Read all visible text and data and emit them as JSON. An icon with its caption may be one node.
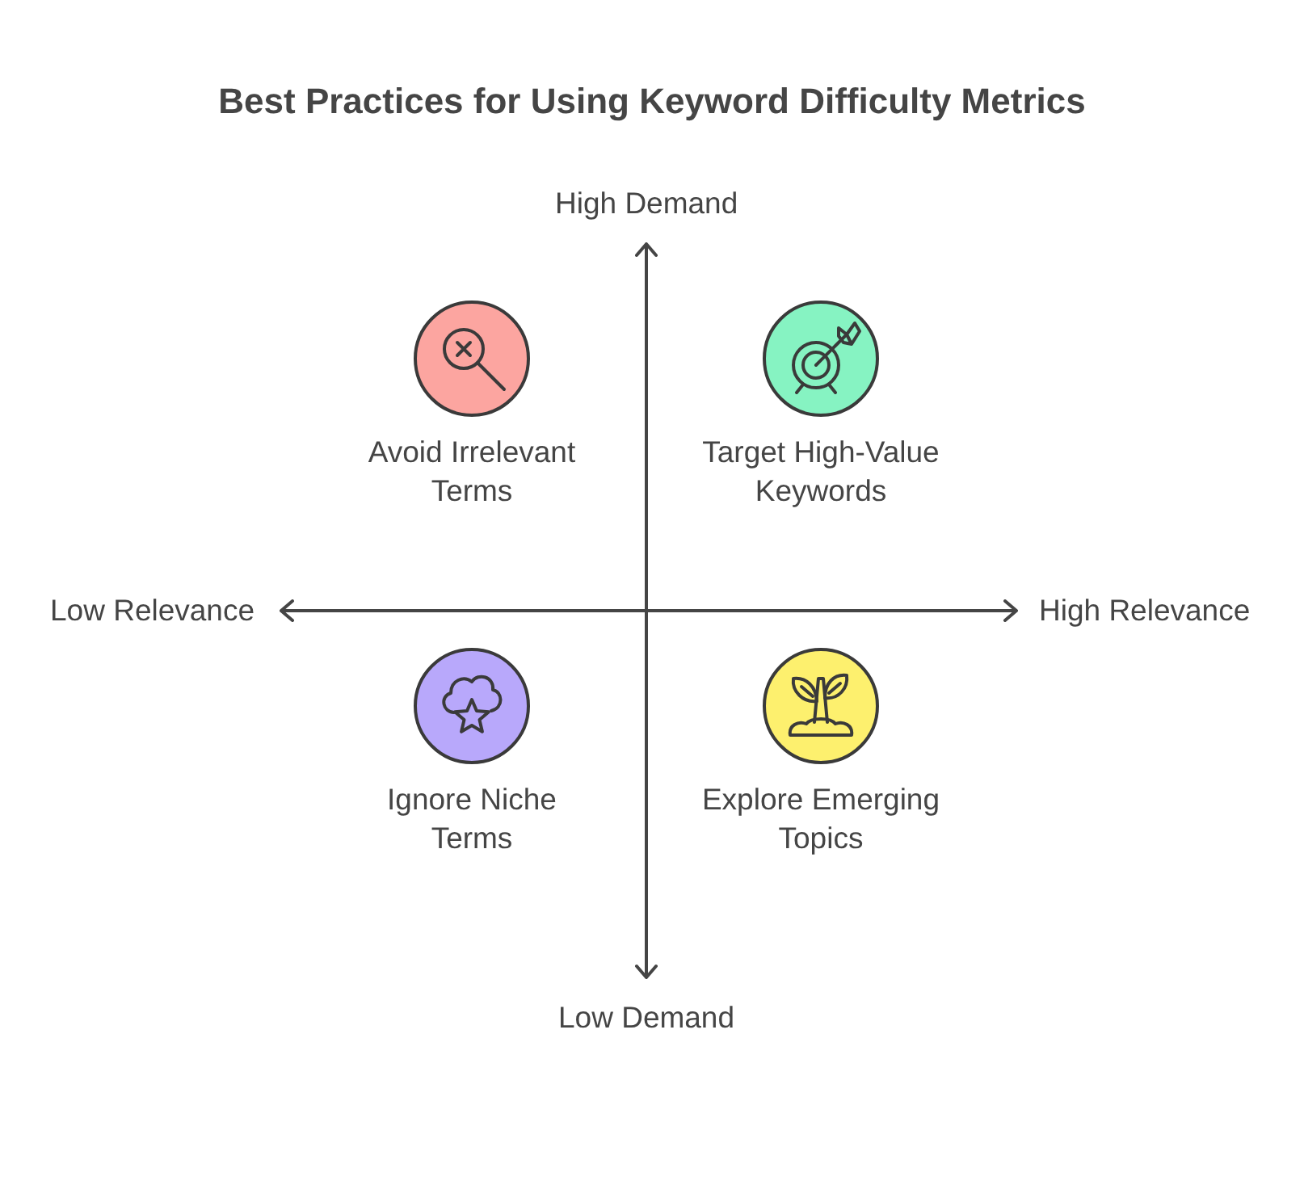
{
  "diagram": {
    "title": "Best Practices for Using Keyword Difficulty Metrics",
    "nodes": [
      {
        "text": [
          "Avoid Irrelevant Terms"
        ]
      },
      {
        "text": [
          "Target High-Value Keywords"
        ]
      },
      {
        "text": [
          "Ignore Niche Terms"
        ]
      },
      {
        "text": [
          "Explore Emerging Topics"
        ]
      }
    ],
    "labels": [
      "High Demand",
      "Low Relevance",
      "High Relevance",
      "Low Demand"
    ]
  }
}
